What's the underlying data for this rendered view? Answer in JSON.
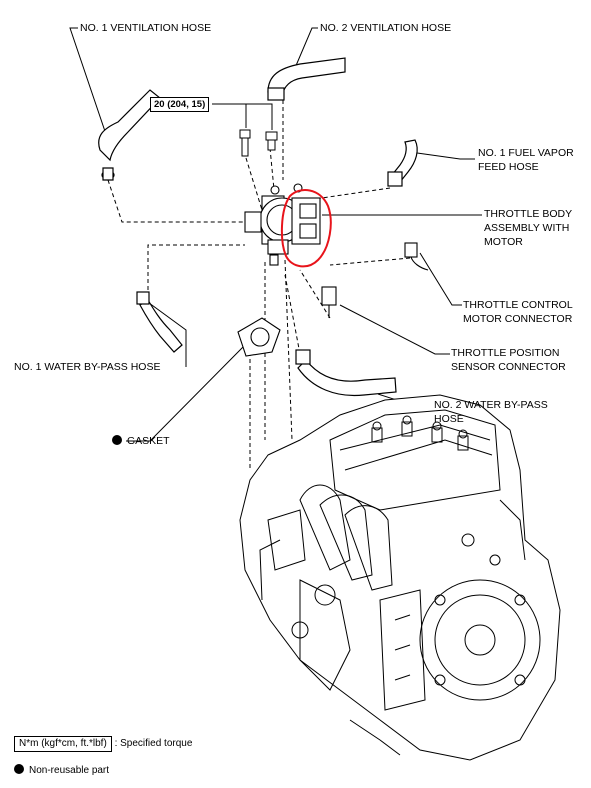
{
  "labels": {
    "no1_ventilation_hose": "NO. 1 VENTILATION HOSE",
    "no2_ventilation_hose": "NO. 2 VENTILATION HOSE",
    "no1_fuel_vapor_feed_hose_line1": "NO. 1 FUEL VAPOR",
    "no1_fuel_vapor_feed_hose_line2": "FEED HOSE",
    "throttle_body_line1": "THROTTLE BODY",
    "throttle_body_line2": "ASSEMBLY WITH",
    "throttle_body_line3": "MOTOR",
    "throttle_control_connector_line1": "THROTTLE CONTROL",
    "throttle_control_connector_line2": "MOTOR CONNECTOR",
    "throttle_position_connector_line1": "THROTTLE POSITION",
    "throttle_position_connector_line2": "SENSOR CONNECTOR",
    "no1_water_bypass_hose": "NO. 1 WATER BY-PASS HOSE",
    "no2_water_bypass_hose_line1": "NO. 2 WATER BY-PASS",
    "no2_water_bypass_hose_line2": "HOSE",
    "gasket": "GASKET"
  },
  "torque_spec": "20 (204, 15)",
  "legend": {
    "torque_unit": "N*m (kgf*cm, ft.*lbf)",
    "torque_desc": ": Specified torque",
    "non_reusable": "Non-reusable part"
  },
  "colors": {
    "highlight_circle": "#e8141b",
    "line": "#000000"
  }
}
